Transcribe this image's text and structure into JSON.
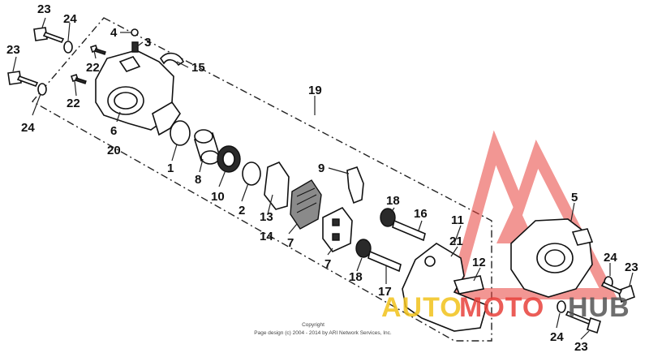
{
  "diagram": {
    "callouts": [
      "1",
      "2",
      "3",
      "4",
      "5",
      "6",
      "7",
      "7",
      "8",
      "9",
      "10",
      "11",
      "12",
      "13",
      "14",
      "15",
      "16",
      "17",
      "18",
      "18",
      "19",
      "20",
      "21",
      "22",
      "22",
      "23",
      "23",
      "23",
      "23",
      "24",
      "24",
      "24",
      "24"
    ],
    "labels": {
      "n1": "1",
      "n2": "2",
      "n3": "3",
      "n4": "4",
      "n5": "5",
      "n6": "6",
      "n7a": "7",
      "n7b": "7",
      "n8": "8",
      "n9": "9",
      "n10": "10",
      "n11": "11",
      "n12": "12",
      "n13": "13",
      "n14": "14",
      "n15": "15",
      "n16": "16",
      "n17": "17",
      "n18a": "18",
      "n18b": "18",
      "n19": "19",
      "n20": "20",
      "n21": "21",
      "n22a": "22",
      "n22b": "22",
      "n23a": "23",
      "n23b": "23",
      "n23c": "23",
      "n23d": "23",
      "n24a": "24",
      "n24b": "24",
      "n24c": "24",
      "n24d": "24"
    },
    "copyright_line1": "Copyright",
    "copyright_line2": "Page design (c) 2004 - 2014 by ARI Network Services, Inc."
  },
  "watermark": {
    "text_auto": "AUTO",
    "text_moto": "MOTO",
    "text_hub": "HUB",
    "color_auto": "#f2c21b",
    "color_moto": "#e8413b",
    "color_hub": "#555555",
    "color_logo": "#e8413b"
  }
}
